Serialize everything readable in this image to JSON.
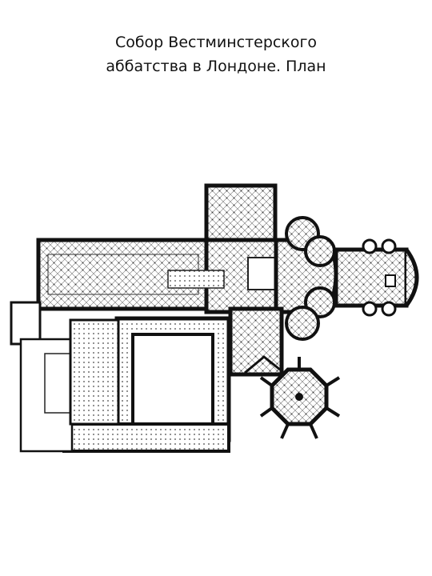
{
  "slide": {
    "title_line1": "Собор Вестминстерского",
    "title_line2": "аббатства в Лондоне. План"
  },
  "figure": {
    "type": "architectural-floor-plan",
    "colors": {
      "wall": "#111111",
      "hatch": "#555555",
      "paper": "#ffffff"
    }
  }
}
